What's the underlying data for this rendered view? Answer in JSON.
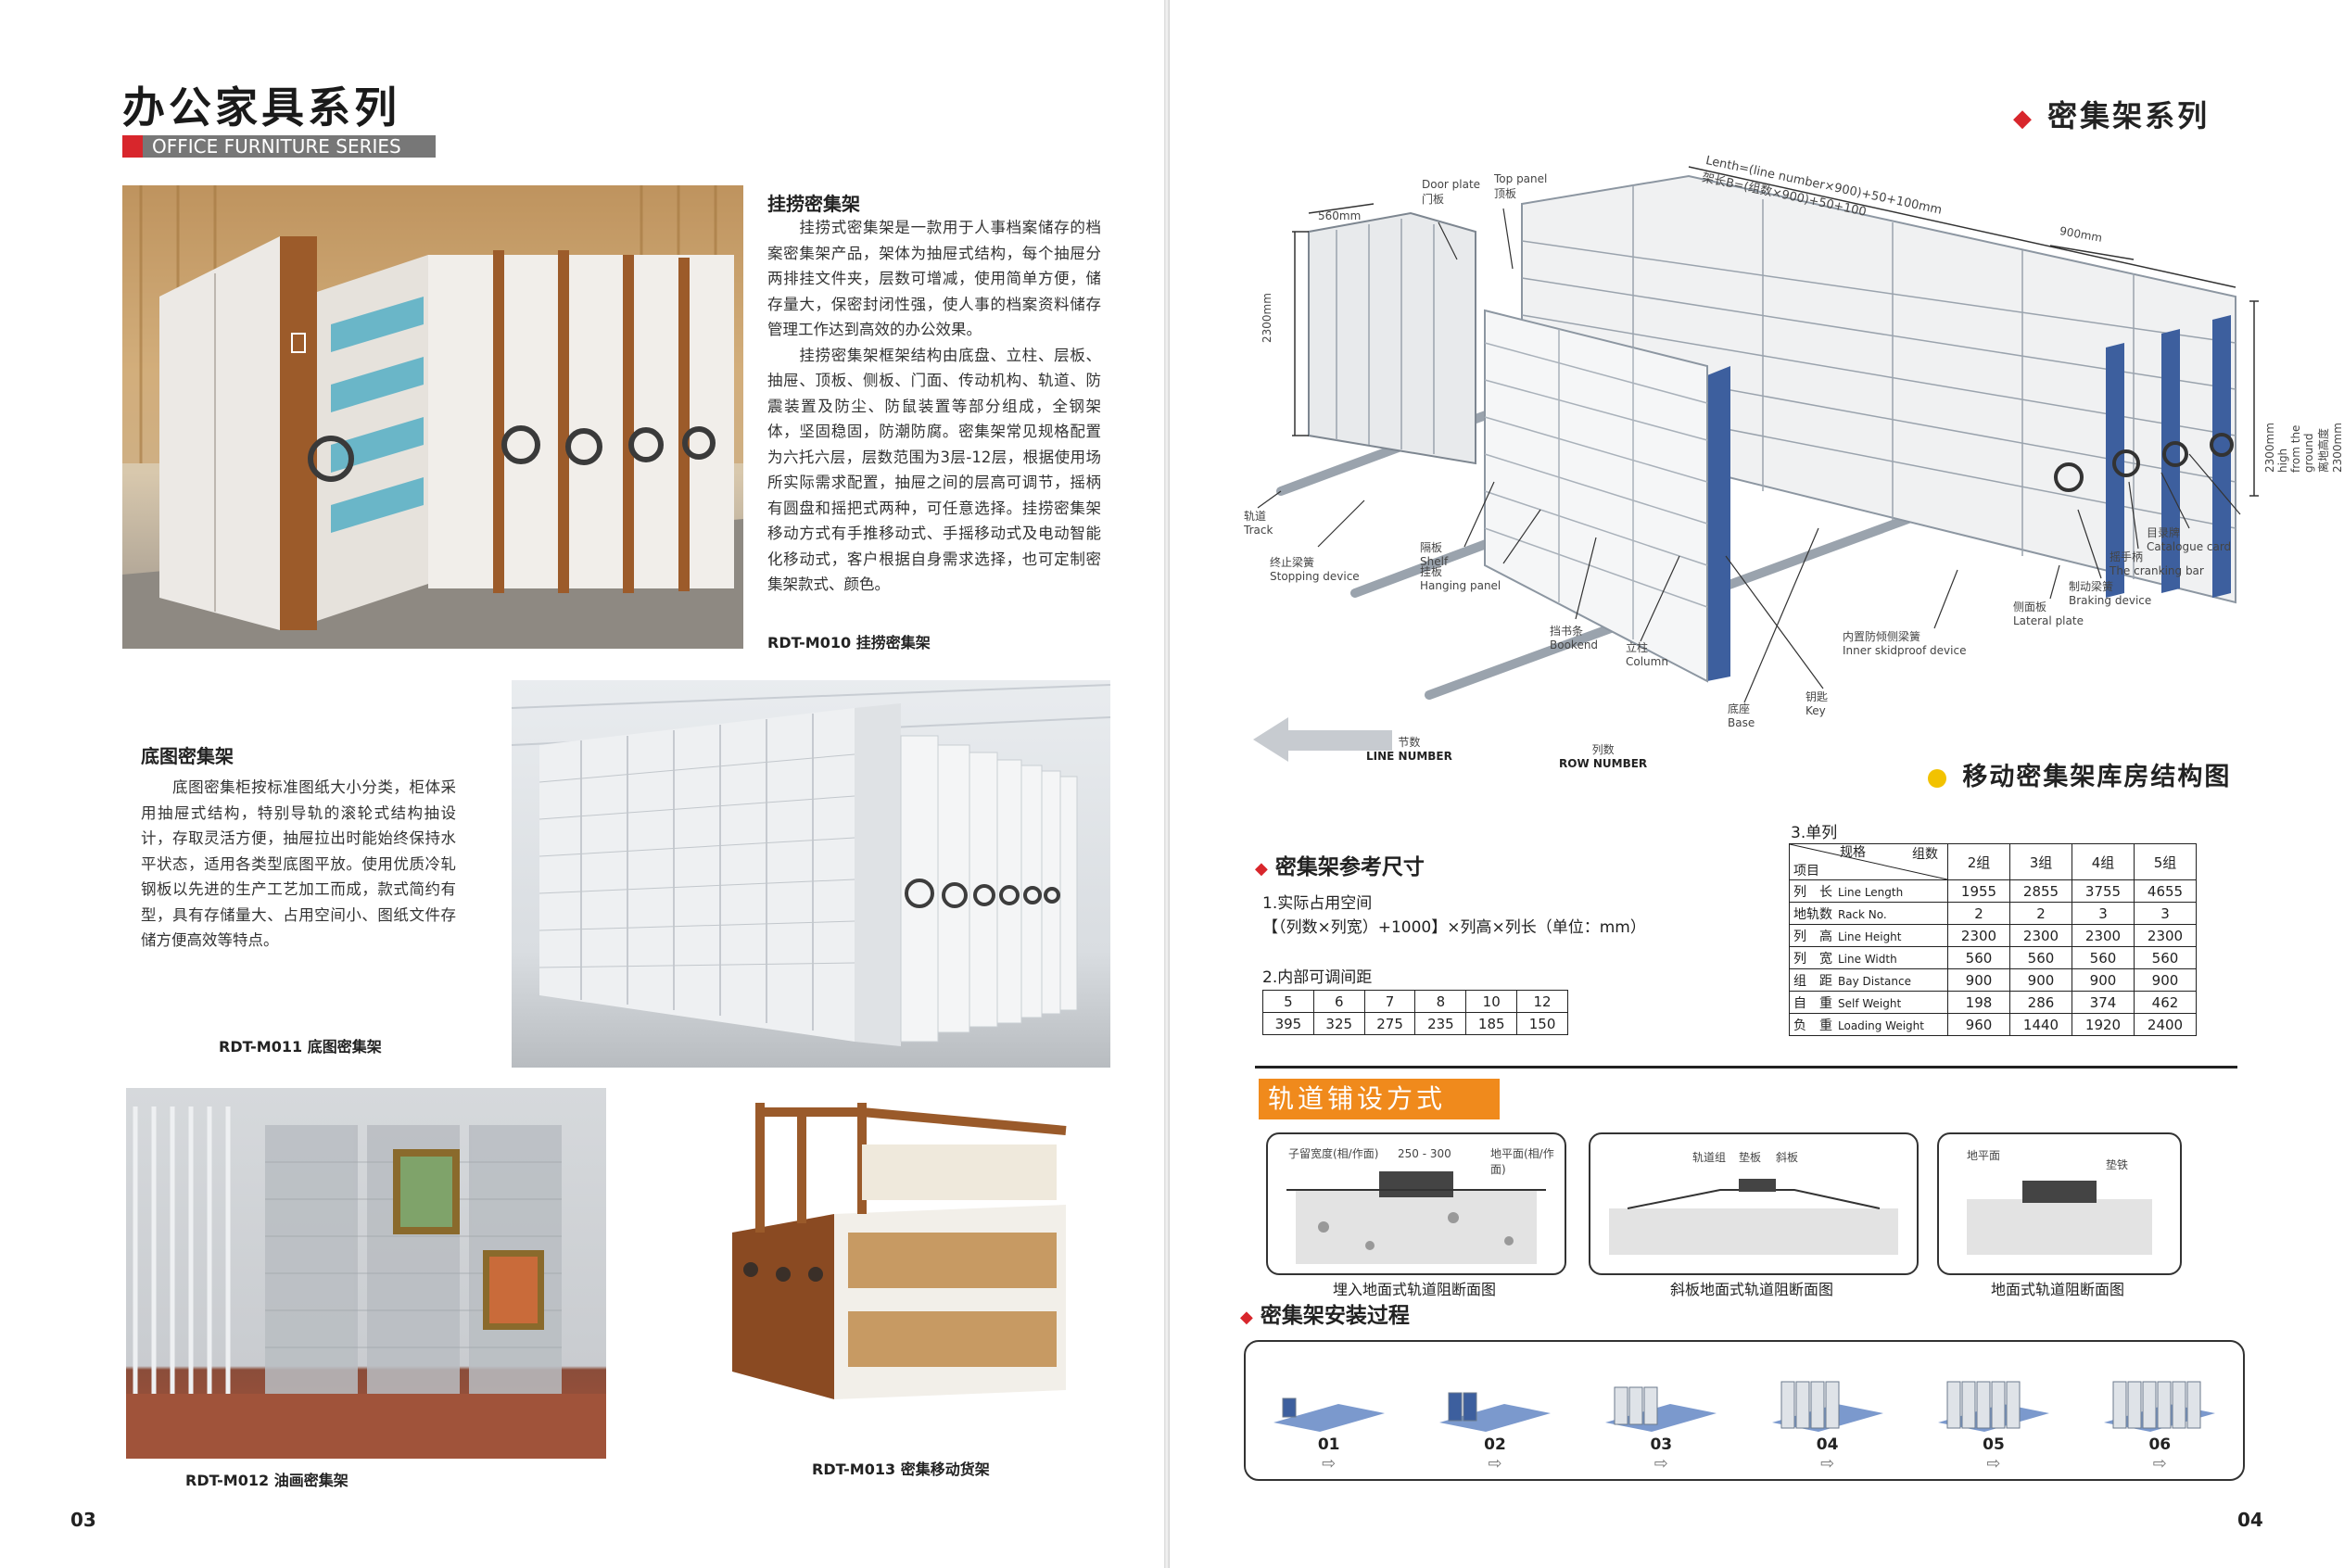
{
  "left": {
    "title_cn": "办公家具系列",
    "title_en": "OFFICE FURNITURE SERIES",
    "section1": {
      "heading": "挂捞密集架",
      "body": "　　挂捞式密集架是一款用于人事档案储存的档案密集架产品，架体为抽屉式结构，每个抽屉分两排挂文件夹，层数可增减，使用简单方便，储存量大，保密封闭性强，使人事的档案资料储存管理工作达到高效的办公效果。\n　　挂捞密集架框架结构由底盘、立柱、层板、抽屉、顶板、侧板、门面、传动机构、轨道、防震装置及防尘、防鼠装置等部分组成，全钢架体，坚固稳固，防潮防腐。密集架常见规格配置为六托六层，层数范围为3层-12层，根据使用场所实际需求配置，抽屉之间的层高可调节，摇柄有圆盘和摇把式两种，可任意选择。挂捞密集架移动方式有手推移动式、手摇移动式及电动智能化移动式，客户根据自身需求选择，也可定制密集架款式、颜色。",
      "caption": "RDT-M010 挂捞密集架"
    },
    "section2": {
      "heading": "底图密集架",
      "body": "　　底图密集柜按标准图纸大小分类，柜体采用抽屉式结构，特别导轨的滚轮式结构抽设计，存取灵活方便，抽屉拉出时能始终保持水平状态，适用各类型底图平放。使用优质冷轧钢板以先进的生产工艺加工而成，款式简约有型，具有存储量大、占用空间小、图纸文件存储方便高效等特点。",
      "caption": "RDT-M011 底图密集架"
    },
    "caption3": "RDT-M012 油画密集架",
    "caption4": "RDT-M013 密集移动货架",
    "page_number": "03"
  },
  "right": {
    "title": "密集架系列",
    "diagram": {
      "title": "移动密集架库房结构图",
      "labels": {
        "door_plate": "Door plate",
        "door_plate_cn": "门板",
        "top_panel": "Top panel",
        "top_panel_cn": "顶板",
        "dim_560": "560mm",
        "dim_2300": "2300mm",
        "length_formula_en": "Lenth=(line number×900)+50+100mm",
        "length_formula_cn": "架长B=(组数×900)+50+100",
        "dim_900": "900mm",
        "height_note": "2300mm high from the ground",
        "height_note_cn": "离地高度2300mm",
        "track_cn": "轨道",
        "track": "Track",
        "stop_cn": "终止梁簧",
        "stop": "Stopping device",
        "shelf_cn": "隔板",
        "shelf": "Shelf",
        "hanging_cn": "挂板",
        "hanging": "Hanging panel",
        "bookend_cn": "挡书条",
        "bookend": "Bookend",
        "column_cn": "立柱",
        "column": "Column",
        "base_cn": "底座",
        "base": "Base",
        "key_cn": "钥匙",
        "key": "Key",
        "inner_cn": "内置防倾侧梁簧",
        "inner": "Inner skidproof device",
        "lateral_cn": "侧面板",
        "lateral": "Lateral plate",
        "braking_cn": "制动梁簧",
        "braking": "Braking device",
        "crank_cn": "摇手柄",
        "crank": "The cranking bar",
        "catalogue_cn": "目录牌",
        "catalogue": "Catalogue card",
        "line_cn": "节数",
        "line": "LINE NUMBER",
        "row_cn": "列数",
        "row": "ROW NUMBER"
      }
    },
    "dims": {
      "title": "密集架参考尺寸",
      "sub1": "1.实际占用空间",
      "formula": "【（列数×列宽）+1000】×列高×列长（单位：mm）",
      "sub2": "2.内部可调间距",
      "row1": [
        "5",
        "6",
        "7",
        "8",
        "10",
        "12"
      ],
      "row2": [
        "395",
        "325",
        "275",
        "235",
        "185",
        "150"
      ]
    },
    "spec": {
      "sub3": "3.单列",
      "header_spec": "规格",
      "header_groups": "组数",
      "header_item": "项目",
      "cols": [
        "2组",
        "3组",
        "4组",
        "5组"
      ],
      "rows": [
        {
          "cn": "列　长",
          "en": "Line Length",
          "vals": [
            "1955",
            "2855",
            "3755",
            "4655"
          ]
        },
        {
          "cn": "地轨数",
          "en": "Rack No.",
          "vals": [
            "2",
            "2",
            "3",
            "3"
          ]
        },
        {
          "cn": "列　高",
          "en": "Line Height",
          "vals": [
            "2300",
            "2300",
            "2300",
            "2300"
          ]
        },
        {
          "cn": "列　宽",
          "en": "Line Width",
          "vals": [
            "560",
            "560",
            "560",
            "560"
          ]
        },
        {
          "cn": "组　距",
          "en": "Bay Distance",
          "vals": [
            "900",
            "900",
            "900",
            "900"
          ]
        },
        {
          "cn": "自　重",
          "en": "Self Weight",
          "vals": [
            "198",
            "286",
            "374",
            "462"
          ]
        },
        {
          "cn": "负　重",
          "en": "Loading Weight",
          "vals": [
            "960",
            "1440",
            "1920",
            "2400"
          ]
        }
      ]
    },
    "rails": {
      "title": "轨道铺设方式",
      "items": [
        {
          "caption": "埋入地面式轨道阻断面图",
          "note_l": "子留宽度(相/作面)",
          "note_m": "250 - 300",
          "note_r": "地平面(相/作面)"
        },
        {
          "caption": "斜板地面式轨道阻断面图",
          "note_l": "轨道组",
          "note_m": "垫板",
          "note_r": "斜板"
        },
        {
          "caption": "地面式轨道阻断面图",
          "note_l": "地平面",
          "note_m": "",
          "note_r": "垫铁"
        }
      ]
    },
    "install": {
      "title": "密集架安装过程",
      "steps": [
        "01",
        "02",
        "03",
        "04",
        "05",
        "06"
      ]
    },
    "page_number": "04"
  },
  "colors": {
    "accent_red": "#d8262c",
    "accent_orange": "#f08a1c",
    "accent_yellow": "#f2c200",
    "steel_blue": "#3d5f9e"
  }
}
